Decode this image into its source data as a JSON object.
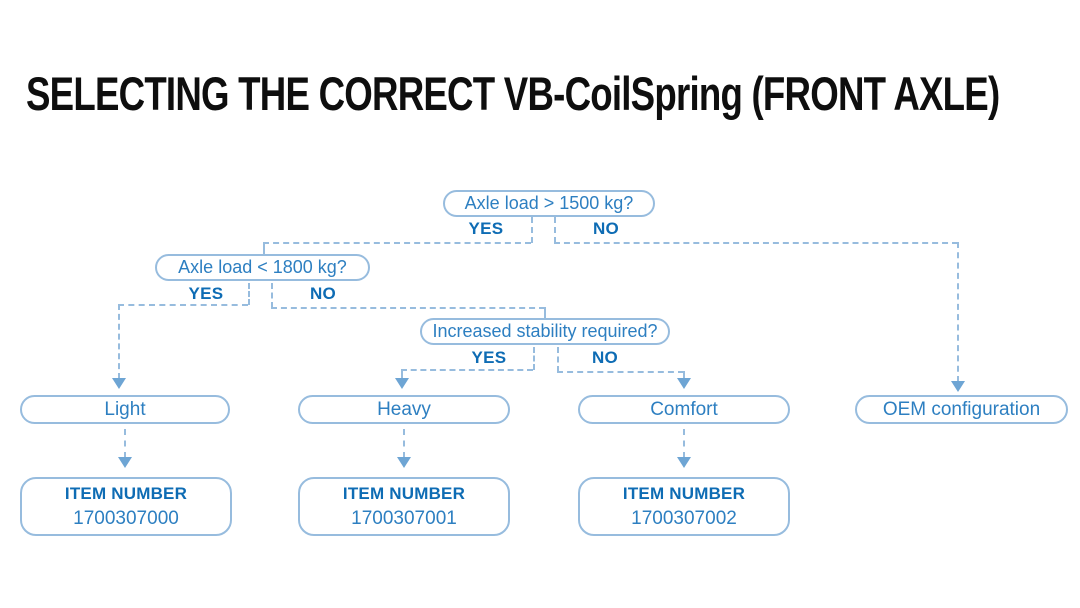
{
  "title": "SELECTING THE CORRECT VB-CoilSpring (FRONT AXLE)",
  "questions": {
    "q1": {
      "text": "Axle load > 1500 kg?",
      "yes_label": "YES",
      "no_label": "NO"
    },
    "q2": {
      "text": "Axle load < 1800 kg?",
      "yes_label": "YES",
      "no_label": "NO"
    },
    "q3": {
      "text": "Increased stability required?",
      "yes_label": "YES",
      "no_label": "NO"
    }
  },
  "options": {
    "light": {
      "label": "Light",
      "item_heading": "ITEM NUMBER",
      "item_number": "1700307000"
    },
    "heavy": {
      "label": "Heavy",
      "item_heading": "ITEM NUMBER",
      "item_number": "1700307001"
    },
    "comfort": {
      "label": "Comfort",
      "item_heading": "ITEM NUMBER",
      "item_number": "1700307002"
    },
    "oem": {
      "label": "OEM configuration"
    }
  },
  "colors": {
    "line": "#97bcde",
    "arrow": "#6ea5d4",
    "question_text": "#2d7fc1",
    "decision_label_text": "#0e6cb4",
    "title_text": "#0e0e0e",
    "background": "#ffffff"
  }
}
